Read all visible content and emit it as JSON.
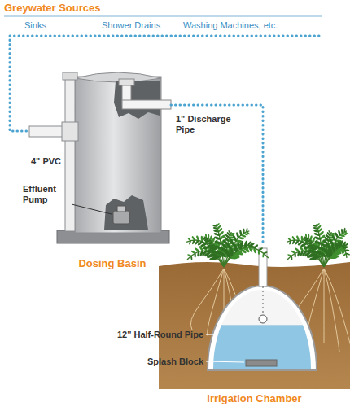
{
  "diagram": {
    "title": "Greywater Sources",
    "nodes": [
      {
        "text": [
          "Dosing Basin"
        ]
      },
      {
        "text": [
          "Irrigation Chamber"
        ]
      }
    ],
    "edges": [
      {
        "from": 0,
        "to": 1,
        "arrow": "none"
      }
    ],
    "labels": [
      "Sinks",
      "Shower Drains",
      "Washing Machines, etc.",
      "4\" PVC",
      "Effluent Pump",
      "1\" Discharge Pipe",
      "12\" Half-Round Pipe",
      "Splash Block"
    ]
  }
}
